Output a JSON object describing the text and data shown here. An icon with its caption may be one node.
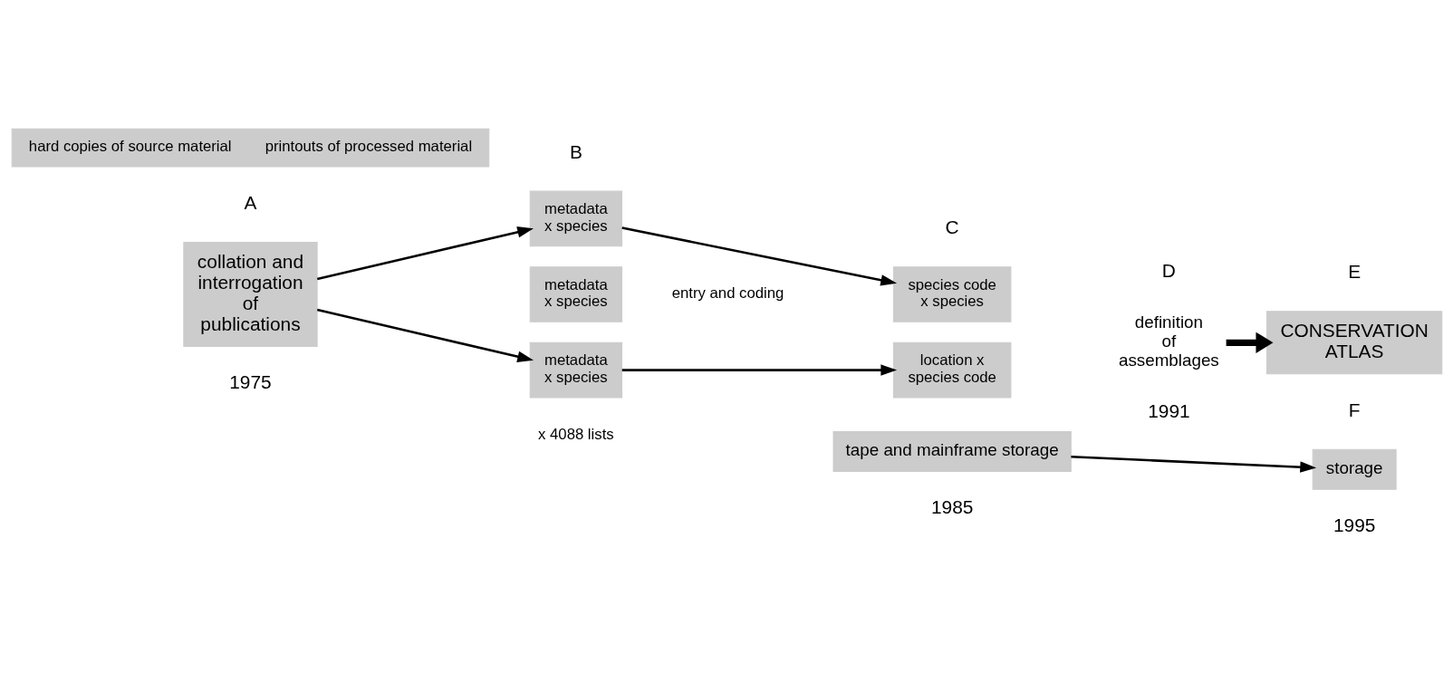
{
  "diagram": {
    "nodes": [
      {
        "text": [
          "hard copies of source material",
          "printouts of processed material"
        ]
      },
      {
        "text": [
          "collation and interrogation of publications"
        ]
      },
      {
        "text": [
          "metadata x species"
        ]
      },
      {
        "text": [
          "metadata x species"
        ]
      },
      {
        "text": [
          "metadata x species"
        ]
      },
      {
        "text": [
          "species code x species"
        ]
      },
      {
        "text": [
          "location x species code"
        ]
      },
      {
        "text": [
          "definition of assemblages"
        ]
      },
      {
        "text": [
          "CONSERVATION ATLAS"
        ]
      },
      {
        "text": [
          "tape and mainframe storage"
        ]
      },
      {
        "text": [
          "storage"
        ]
      }
    ],
    "edges": [
      {
        "from": 1,
        "to": 2,
        "arrow": "to"
      },
      {
        "from": 1,
        "to": 4,
        "arrow": "to"
      },
      {
        "from": 2,
        "to": 5,
        "arrow": "to"
      },
      {
        "from": 4,
        "to": 6,
        "arrow": "to"
      },
      {
        "from": 7,
        "to": 8,
        "arrow": "to",
        "style": "thick"
      },
      {
        "from": 9,
        "to": 10,
        "arrow": "to"
      }
    ],
    "labels": [
      "A",
      "B",
      "C",
      "D",
      "entry and coding",
      "E",
      "F",
      "x 4088 lists",
      "1975",
      "1985",
      "1991",
      "1995"
    ]
  }
}
